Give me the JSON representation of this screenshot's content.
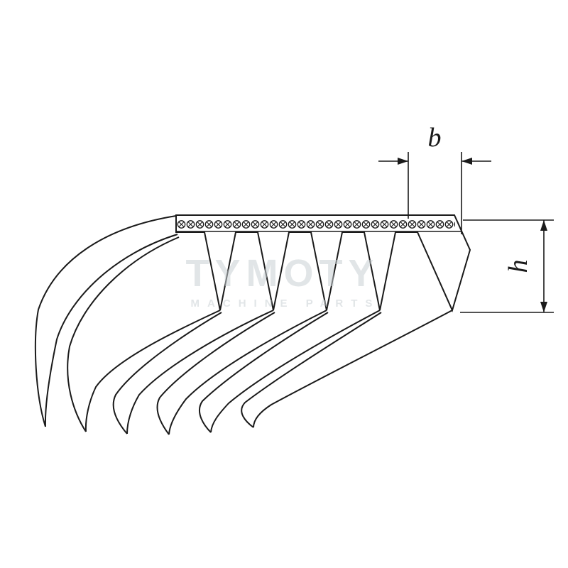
{
  "diagram": {
    "type": "technical-drawing",
    "subject": "poly-v-ribbed-belt-cross-section",
    "dimensions": {
      "width_label": "b",
      "height_label": "h"
    },
    "watermark": {
      "title": "TYMOTY",
      "subtitle": "MACHINE PARTS"
    },
    "band_pattern_symbol": "circled-x",
    "colors": {
      "line": "#1a1a1a",
      "watermark": "#c8d0d4",
      "background": "#ffffff"
    }
  }
}
